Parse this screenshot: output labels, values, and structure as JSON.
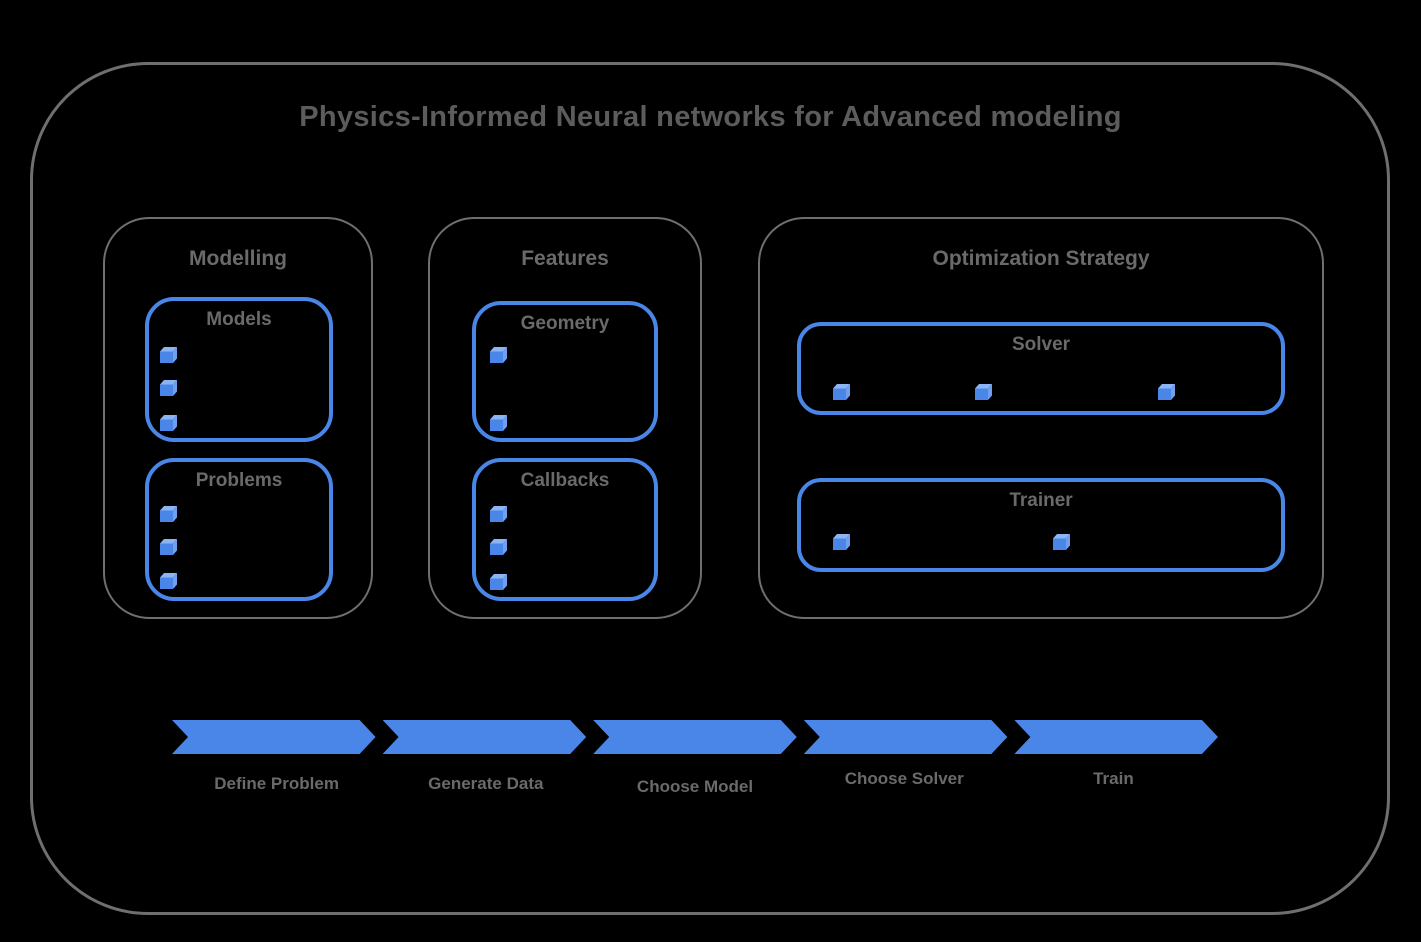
{
  "title": "Physics-Informed Neural networks for Advanced modeling",
  "colors": {
    "bg": "#000000",
    "blue": "#4a86e8",
    "cube_top": "#8ab4f4",
    "cube_side": "#6fa0f0",
    "border_gray": "#6f6f6f",
    "title_text": "#5c5c5c",
    "text_gray": "#6a6a6a"
  },
  "sections": [
    {
      "title": "Modelling",
      "subboxes": [
        {
          "title": "Models",
          "bullets": 3
        },
        {
          "title": "Problems",
          "bullets": 3
        }
      ]
    },
    {
      "title": "Features",
      "subboxes": [
        {
          "title": "Geometry",
          "bullets": 2
        },
        {
          "title": "Callbacks",
          "bullets": 3
        }
      ]
    },
    {
      "title": "Optimization Strategy",
      "subboxes": [
        {
          "title": "Solver",
          "bullets": 3
        },
        {
          "title": "Trainer",
          "bullets": 2
        }
      ]
    }
  ],
  "pipeline": {
    "steps": [
      "Define Problem",
      "Generate Data",
      "Choose Model",
      "Choose Solver",
      "Train"
    ]
  },
  "icons": {
    "bullet": "cube-icon"
  }
}
